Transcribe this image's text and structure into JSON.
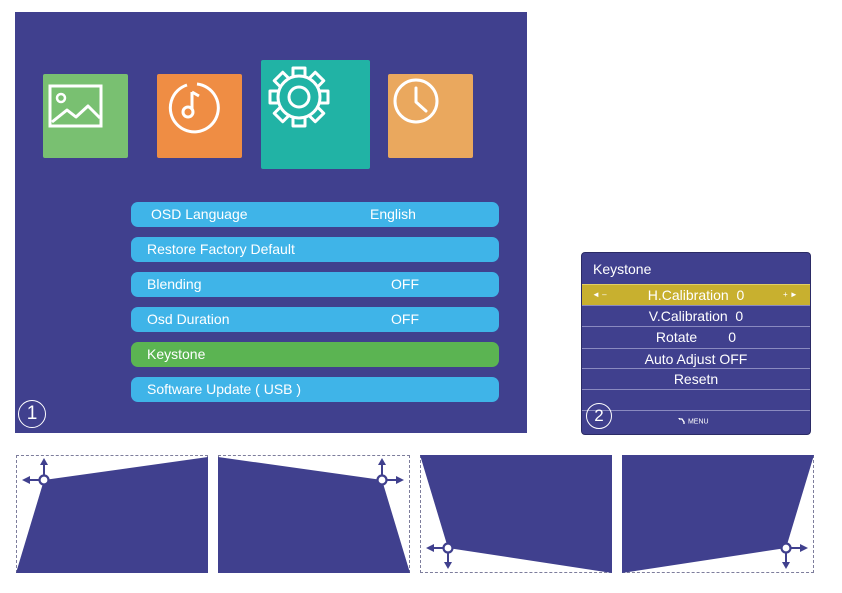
{
  "colors": {
    "panel_bg": "#40408e",
    "menu_row": "#3fb4e8",
    "menu_row_selected": "#5bb452",
    "keystone_highlight": "#c8b02f",
    "tile_picture": "#79c071",
    "tile_music": "#ef8d44",
    "tile_setup": "#21b3a5",
    "tile_time": "#eaa85e"
  },
  "main_menu": {
    "category_icons": [
      "picture-icon",
      "music-icon",
      "gear-icon",
      "clock-icon"
    ],
    "selected_category": "gear-icon",
    "items": [
      {
        "label": "OSD Language",
        "value": "English"
      },
      {
        "label": "Restore Factory Default",
        "value": ""
      },
      {
        "label": "Blending",
        "value": "OFF"
      },
      {
        "label": "Osd Duration",
        "value": "OFF"
      },
      {
        "label": "Keystone",
        "value": ""
      },
      {
        "label": "Software Update ( USB )",
        "value": ""
      }
    ],
    "selected_item": "Keystone",
    "step_badge": "1"
  },
  "keystone_menu": {
    "title": "Keystone",
    "rows": [
      {
        "label": "H.Calibration  0",
        "left_arrow": "◄ –",
        "right_arrow": "+ ►"
      },
      {
        "label": "V.Calibration  0"
      },
      {
        "label": "Rotate        0"
      },
      {
        "label": "Auto Adjust OFF"
      },
      {
        "label": "Resetn"
      }
    ],
    "hint_icon": "return-icon",
    "hint_label": "MENU",
    "step_badge": "2"
  },
  "keystone_diagrams": [
    "top-left-corner",
    "top-right-corner",
    "bottom-left-corner",
    "bottom-right-corner"
  ]
}
